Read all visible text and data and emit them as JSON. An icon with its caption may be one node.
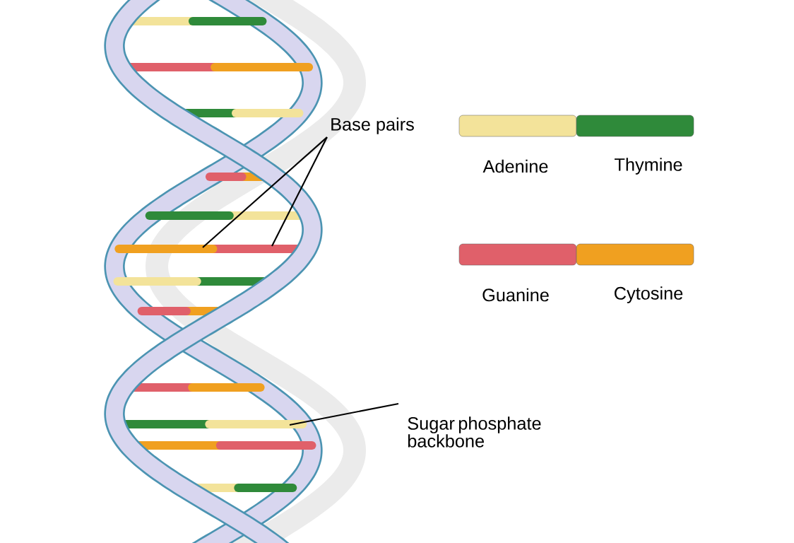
{
  "diagram": {
    "nodes": [
      {
        "text": [
          "Base pairs"
        ]
      },
      {
        "text": [
          "Sugar phosphate backbone"
        ]
      }
    ],
    "edges": [
      {
        "from": 0,
        "to": null,
        "arrow": "none"
      },
      {
        "from": 0,
        "to": null,
        "arrow": "none"
      },
      {
        "from": 1,
        "to": null,
        "arrow": "none"
      }
    ],
    "legend": [
      {
        "text": "Adenine",
        "color": "#f3e39a"
      },
      {
        "text": "Thymine",
        "color": "#2f8a3a"
      },
      {
        "text": "Guanine",
        "color": "#e0606a"
      },
      {
        "text": "Cytosine",
        "color": "#f0a020"
      }
    ]
  }
}
